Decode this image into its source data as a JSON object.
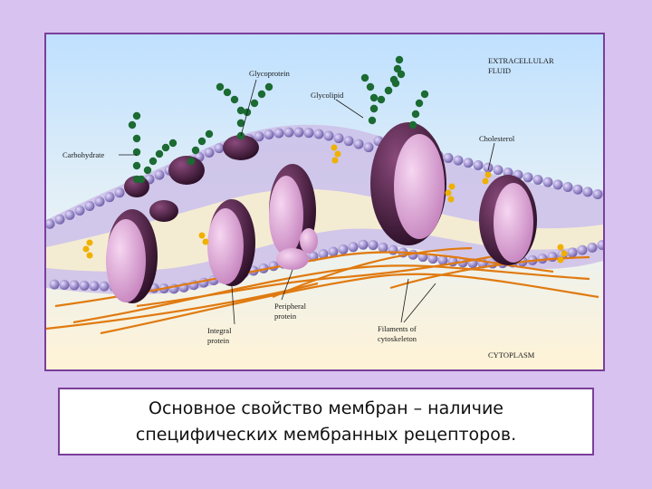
{
  "caption": {
    "line1": "Основное свойство мембран – наличие",
    "line2": "специфических мембранных рецепторов."
  },
  "diagram": {
    "labels": {
      "extracellular_1": "EXTRACELLULAR",
      "extracellular_2": "FLUID",
      "glycoprotein": "Glycoprotein",
      "glycolipid": "Glycolipid",
      "carbohydrate": "Carbohydrate",
      "cholesterol": "Cholesterol",
      "integral_1": "Integral",
      "integral_2": "protein",
      "peripheral_1": "Peripheral",
      "peripheral_2": "protein",
      "filaments_1": "Filaments of",
      "filaments_2": "cytoskeleton",
      "cytoplasm": "CYTOPLASM"
    },
    "colors": {
      "page_bg": "#d8c2f0",
      "frame_border": "#7a3f9a",
      "extracellular_bg": "#bfe0ff",
      "cytoplasm_bg": "#fff3d6",
      "lipid_head": "#8f7fc0",
      "protein": "#e0a6d8",
      "dark_protein": "#3a1433",
      "carbohydrate": "#1b6b33",
      "cholesterol": "#f0b000",
      "filament": "#e07a10"
    }
  }
}
